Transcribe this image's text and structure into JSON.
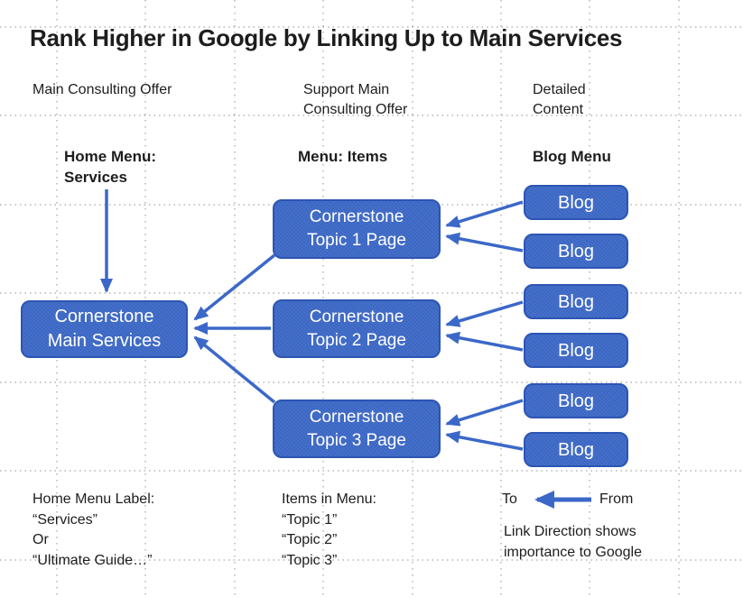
{
  "title": "Rank Higher in Google by Linking Up to Main Services",
  "column_headers": {
    "main_offer": "Main Consulting Offer",
    "support_line1": "Support Main",
    "support_line2": "Consulting Offer",
    "detailed_line1": "Detailed",
    "detailed_line2": "Content"
  },
  "menu_labels": {
    "home_line1": "Home Menu:",
    "home_line2": "Services",
    "menu_items": "Menu: Items",
    "blog_menu": "Blog Menu"
  },
  "boxes": {
    "main": {
      "line1": "Cornerstone",
      "line2": "Main Services"
    },
    "topic1": {
      "line1": "Cornerstone",
      "line2": "Topic 1 Page"
    },
    "topic2": {
      "line1": "Cornerstone",
      "line2": "Topic 2 Page"
    },
    "topic3": {
      "line1": "Cornerstone",
      "line2": "Topic 3 Page"
    },
    "blog_label": "Blog"
  },
  "notes": {
    "home_menu": [
      "Home Menu Label:",
      "“Services”",
      "Or",
      "“Ultimate Guide…”"
    ],
    "items_in_menu": [
      "Items in Menu:",
      "“Topic 1”",
      "“Topic 2”",
      "“Topic 3”"
    ]
  },
  "legend": {
    "to": "To",
    "from": "From",
    "line1": "Link Direction shows",
    "line2": "importance to Google"
  },
  "colors": {
    "box_fill": "#3E6AC8",
    "box_border": "#2C55B4",
    "arrow": "#3B68C8",
    "grid_dot": "#909090",
    "text": "#1D1D1D",
    "box_text": "#FFFFFF"
  }
}
